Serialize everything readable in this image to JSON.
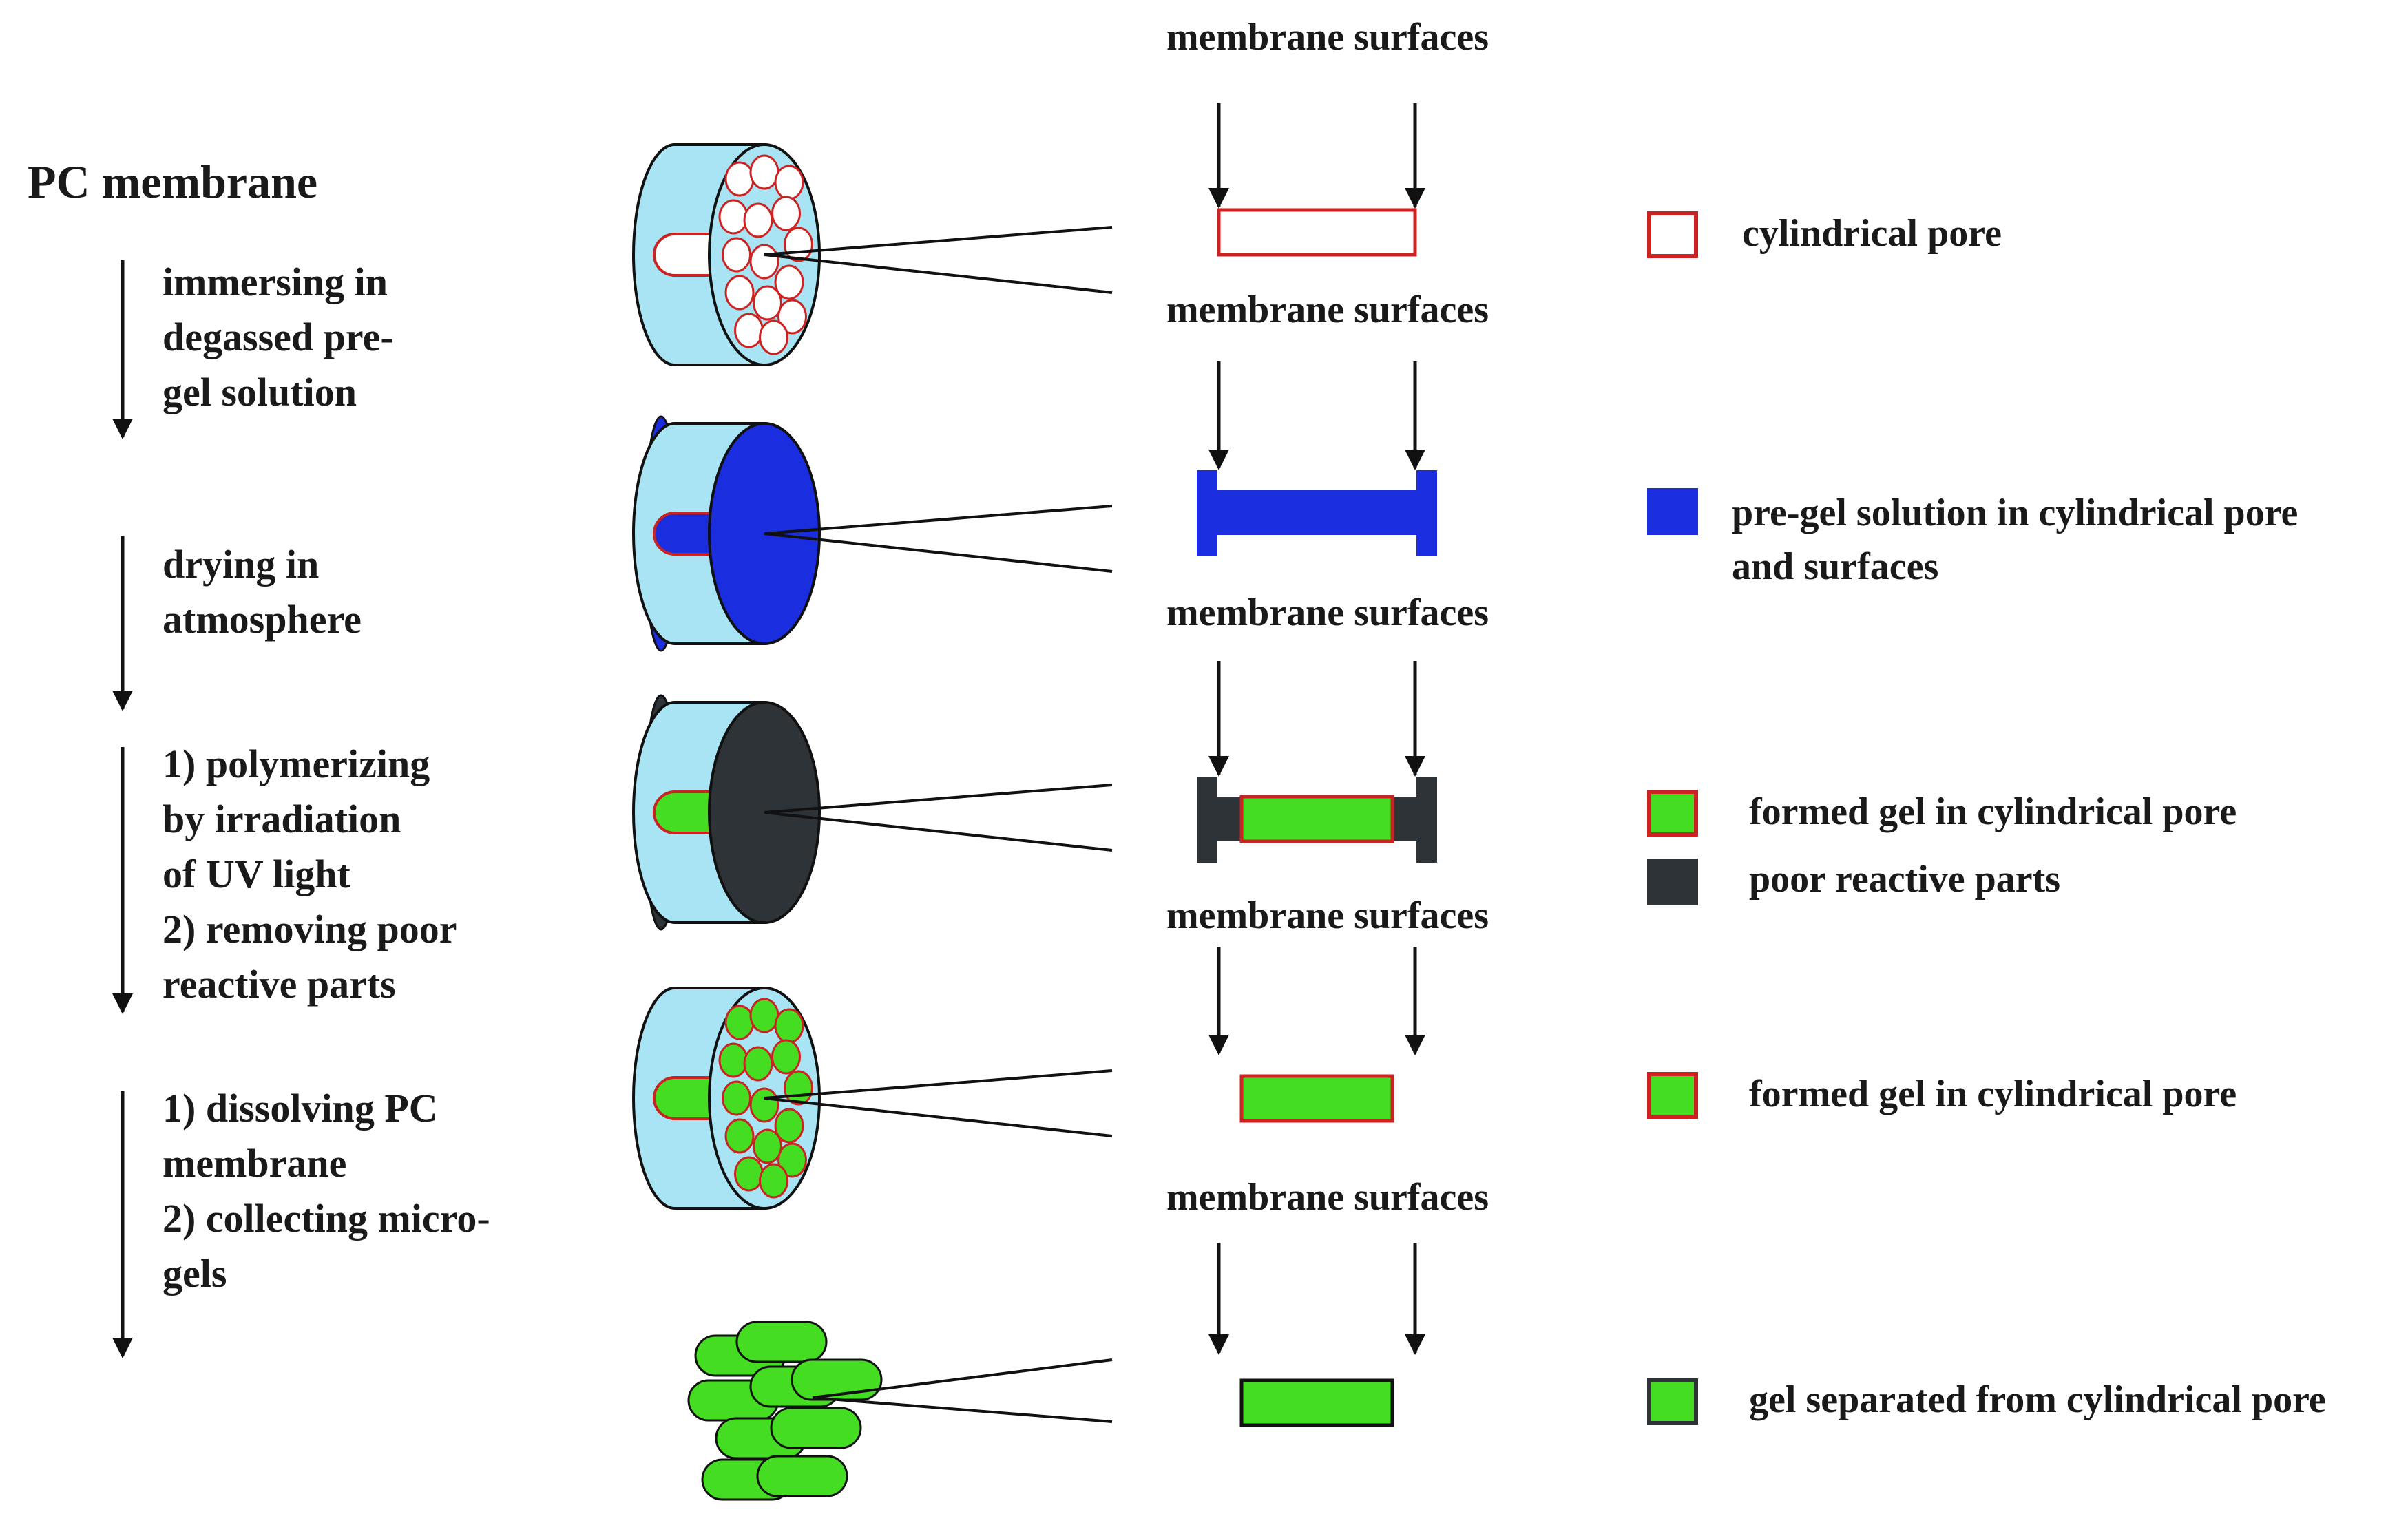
{
  "title": "PC membrane",
  "steps": [
    {
      "text": "immersing in\ndegassed pre-\ngel solution"
    },
    {
      "text": "drying in\natmosphere"
    },
    {
      "text": "1) polymerizing\nby irradiation\nof UV light\n2) removing poor\nreactive parts"
    },
    {
      "text": "1) dissolving  PC\nmembrane\n2) collecting micro-\ngels"
    }
  ],
  "membrane_label": "membrane surfaces",
  "legend": [
    {
      "text": "cylindrical pore",
      "swatch": "#ffffff",
      "border": "#cc2222"
    },
    {
      "text": "pre-gel solution  in cylindrical pore\nand surfaces",
      "swatch": "#1a2ee0",
      "border": "#1a2ee0"
    },
    {
      "text": "formed gel in cylindrical pore",
      "swatch": "#44dd22",
      "border": "#cc2222"
    },
    {
      "text": "poor reactive parts",
      "swatch": "#2e3338",
      "border": "#2e3338"
    },
    {
      "text": "formed gel in cylindrical pore",
      "swatch": "#44dd22",
      "border": "#cc2222"
    },
    {
      "text": "gel separated from cylindrical pore",
      "swatch": "#44dd22",
      "border": "#2e3338"
    }
  ],
  "colors": {
    "membrane": "#a8e4f4",
    "pore_border": "#cc2222",
    "pregel": "#1a2ee0",
    "gel": "#44dd22",
    "poor": "#2e3338",
    "line": "#111111"
  }
}
